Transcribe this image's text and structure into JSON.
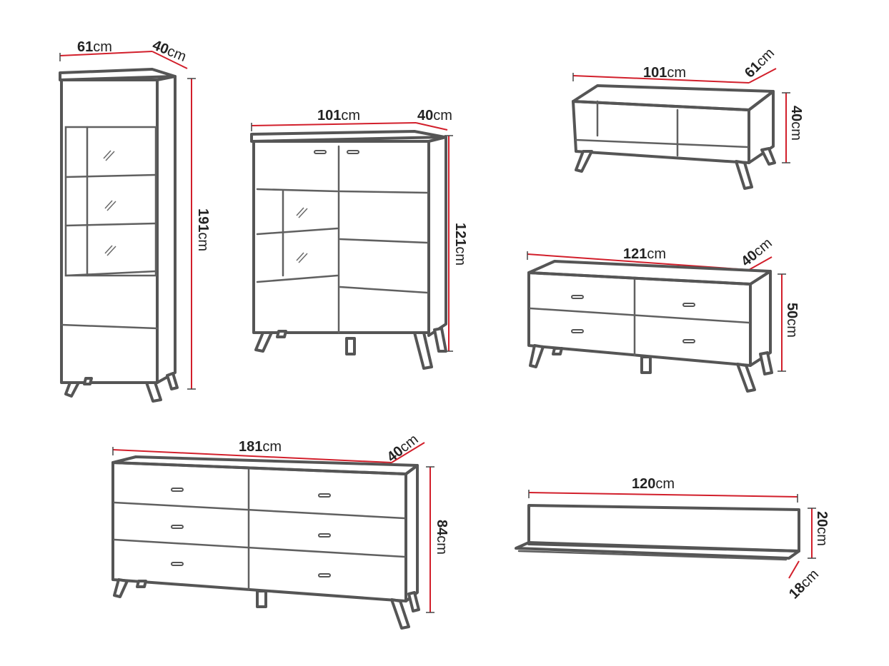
{
  "items": [
    {
      "id": "vitrine-tall",
      "dims": [
        {
          "value": "61",
          "unit": "cm"
        },
        {
          "value": "40",
          "unit": "cm"
        },
        {
          "value": "191",
          "unit": "cm"
        }
      ]
    },
    {
      "id": "highboard-vitrine",
      "dims": [
        {
          "value": "101",
          "unit": "cm"
        },
        {
          "value": "40",
          "unit": "cm"
        },
        {
          "value": "121",
          "unit": "cm"
        }
      ]
    },
    {
      "id": "coffee-table",
      "dims": [
        {
          "value": "101",
          "unit": "cm"
        },
        {
          "value": "61",
          "unit": "cm"
        },
        {
          "value": "40",
          "unit": "cm"
        }
      ]
    },
    {
      "id": "tv-stand",
      "dims": [
        {
          "value": "121",
          "unit": "cm"
        },
        {
          "value": "40",
          "unit": "cm"
        },
        {
          "value": "50",
          "unit": "cm"
        }
      ]
    },
    {
      "id": "chest-of-drawers",
      "dims": [
        {
          "value": "181",
          "unit": "cm"
        },
        {
          "value": "40",
          "unit": "cm"
        },
        {
          "value": "84",
          "unit": "cm"
        }
      ]
    },
    {
      "id": "wall-shelf",
      "dims": [
        {
          "value": "120",
          "unit": "cm"
        },
        {
          "value": "20",
          "unit": "cm"
        },
        {
          "value": "18",
          "unit": "cm"
        }
      ]
    }
  ],
  "colors": {
    "dimension_line": "#d21f2b",
    "outline": "#555555",
    "background": "#ffffff"
  }
}
